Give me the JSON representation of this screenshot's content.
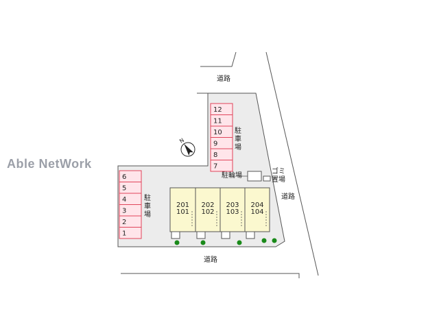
{
  "labels": {
    "road_top": "道路",
    "road_right": "道路",
    "road_bottom": "道路",
    "parking_upper": "駐車場",
    "parking_lower": "駐車場",
    "bicycle": "駐輪場",
    "garbage": "ゴミ置場",
    "watermark": "Able NetWork"
  },
  "parking_upper": [
    "12",
    "11",
    "10",
    "9",
    "8",
    "7"
  ],
  "parking_lower": [
    "6",
    "5",
    "4",
    "3",
    "2",
    "1"
  ],
  "units": [
    {
      "upper": "201",
      "lower": "101"
    },
    {
      "upper": "202",
      "lower": "102"
    },
    {
      "upper": "203",
      "lower": "103"
    },
    {
      "upper": "204",
      "lower": "104"
    }
  ],
  "colors": {
    "lot": "#ececec",
    "building": "#fbf8cf",
    "slot_border": "#e0445a",
    "slot_fill": "#ffe5ea",
    "tree": "#1a8a1a"
  },
  "icons": {
    "north": "north-arrow-icon"
  }
}
